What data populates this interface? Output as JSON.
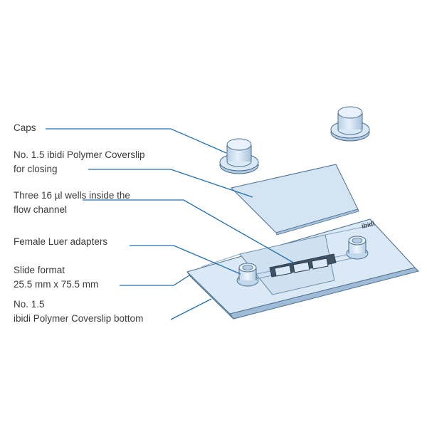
{
  "labels": {
    "caps": "Caps",
    "coverslip_closing": {
      "line1": "No. 1.5 ibidi Polymer Coverslip",
      "line2": "for closing"
    },
    "wells": {
      "line1": "Three 16 µl wells inside the",
      "line2": "flow channel"
    },
    "luer": "Female Luer adapters",
    "slide_format": {
      "line1": "Slide format",
      "line2": "25.5 mm x 75.5 mm"
    },
    "coverslip_bottom": {
      "line1": "No. 1.5",
      "line2": "ibidi Polymer Coverslip bottom"
    }
  },
  "logo_text": "ibidi",
  "colors": {
    "leader_line": "#1f6fb2",
    "outline": "#4a6f8f",
    "fill_light": "#dbe9f6",
    "fill_mid": "#c2d8ec",
    "fill_dark": "#a9c4de",
    "label_text": "#3a3a3a"
  }
}
